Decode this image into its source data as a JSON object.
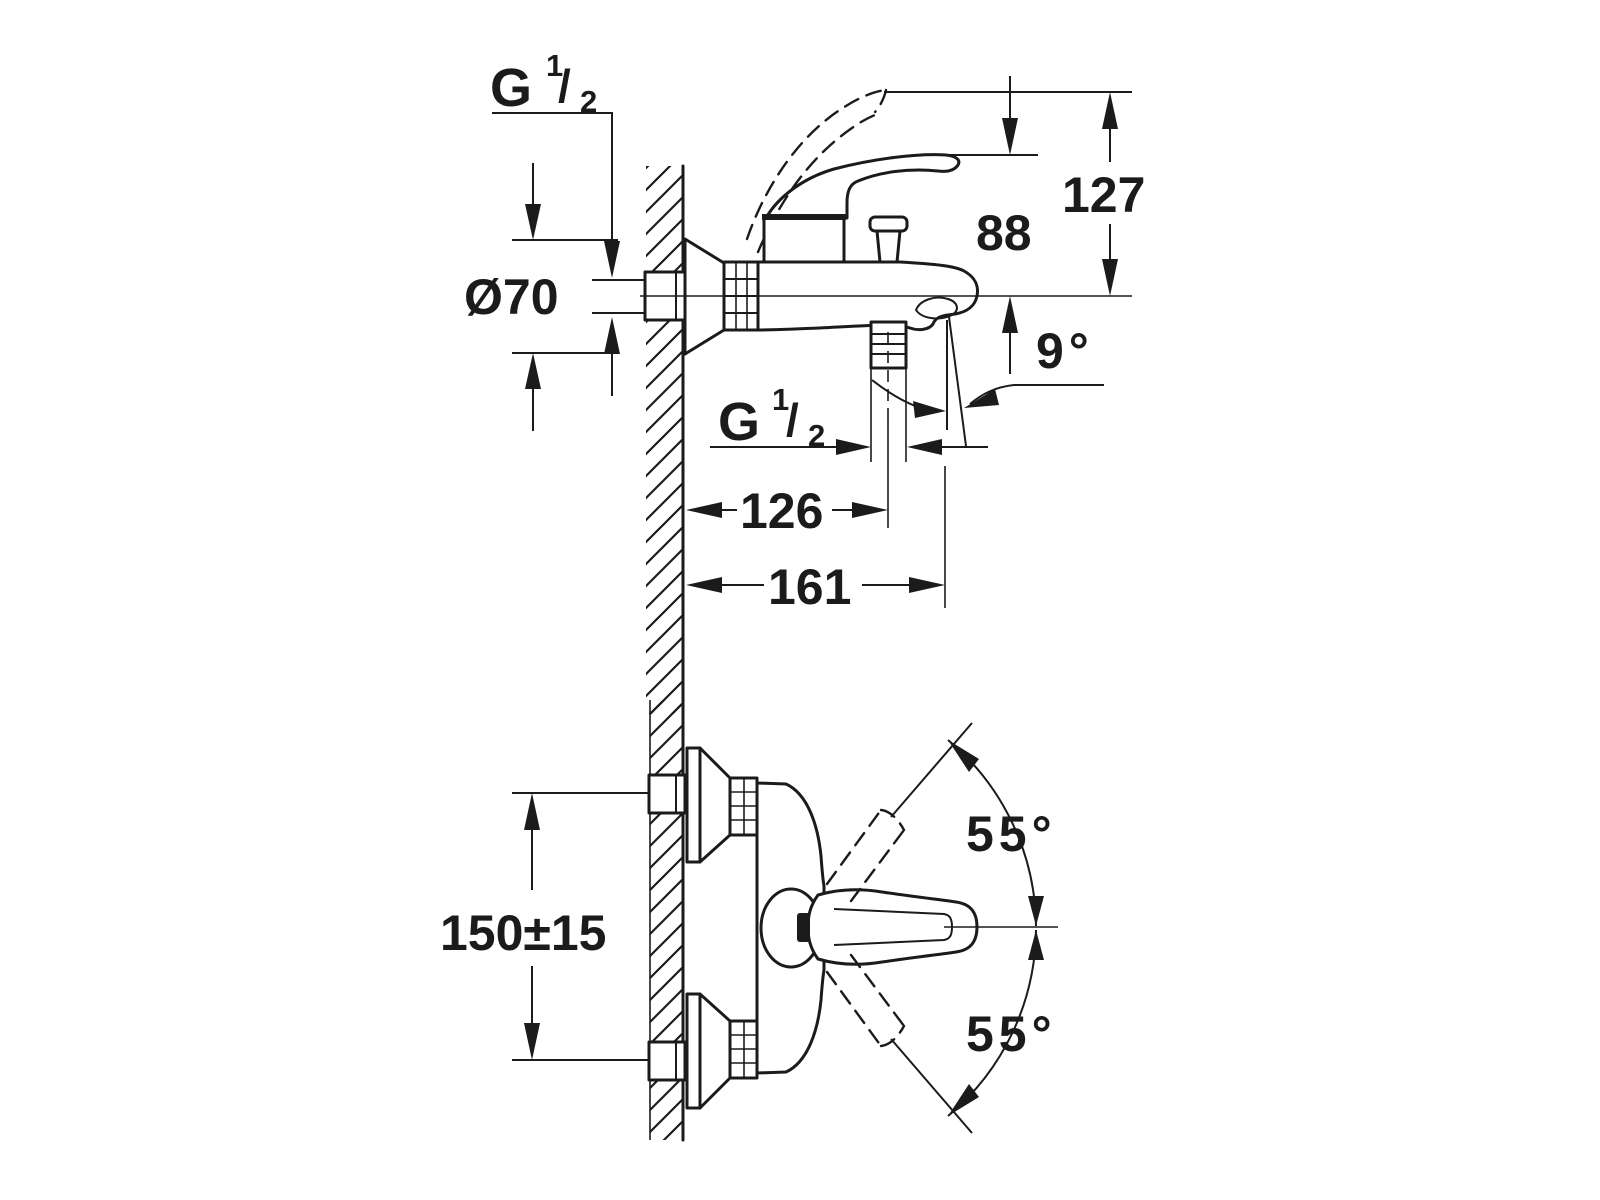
{
  "drawing": {
    "background": "#ffffff",
    "ink": "#1b1b1b",
    "type": "technical-dimension-drawing",
    "subject": "wall-mounted single-lever bath/shower mixer tap, two views"
  },
  "side": {
    "g_thread_wall": {
      "g": "G",
      "sup": "1",
      "slash": "/",
      "sub": "2"
    },
    "g_thread_hose": {
      "g": "G",
      "sup": "1",
      "slash": "/",
      "sub": "2"
    },
    "dia": "Ø70",
    "h_total": "127",
    "h_lever": "88",
    "spout_angle": "9°",
    "d_hose": "126",
    "d_total": "161"
  },
  "plan": {
    "spacing": "150±15",
    "swing_up": "55°",
    "swing_down": "55°"
  }
}
